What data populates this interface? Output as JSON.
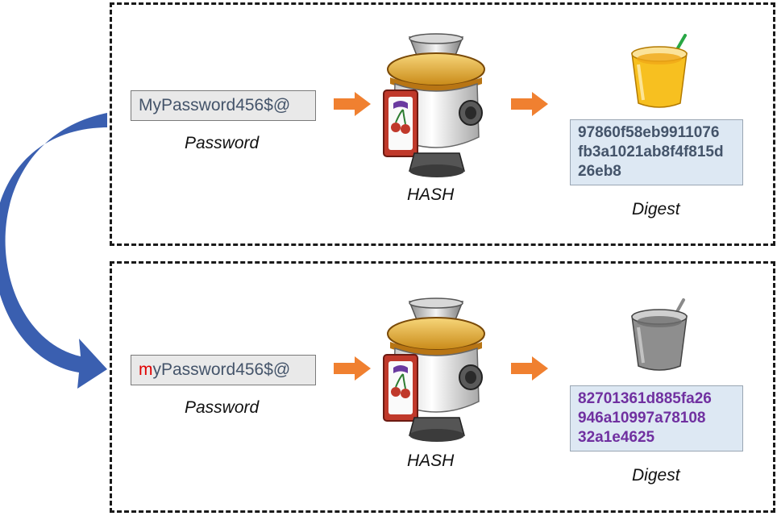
{
  "colors": {
    "arrow_orange": "#f08030",
    "curve_blue": "#3a5fb0",
    "digest_top_text": "#44546a",
    "digest_bottom_text": "#7030a0",
    "highlight_red": "#e00000"
  },
  "top": {
    "password_first_char": "M",
    "password_rest": "yPassword456$@",
    "password_caption": "Password",
    "hash_caption": "HASH",
    "digest_lines": [
      "97860f58eb9911076",
      "fb3a1021ab8f4f815d",
      "26eb8"
    ],
    "digest_caption": "Digest",
    "output_icon": "orange-juice-glass-icon"
  },
  "bottom": {
    "password_first_char": "m",
    "password_rest": "yPassword456$@",
    "password_caption": "Password",
    "hash_caption": "HASH",
    "digest_lines": [
      "82701361d885fa26",
      "946a10997a78108",
      "32a1e4625"
    ],
    "digest_caption": "Digest",
    "output_icon": "grey-drink-glass-icon"
  }
}
